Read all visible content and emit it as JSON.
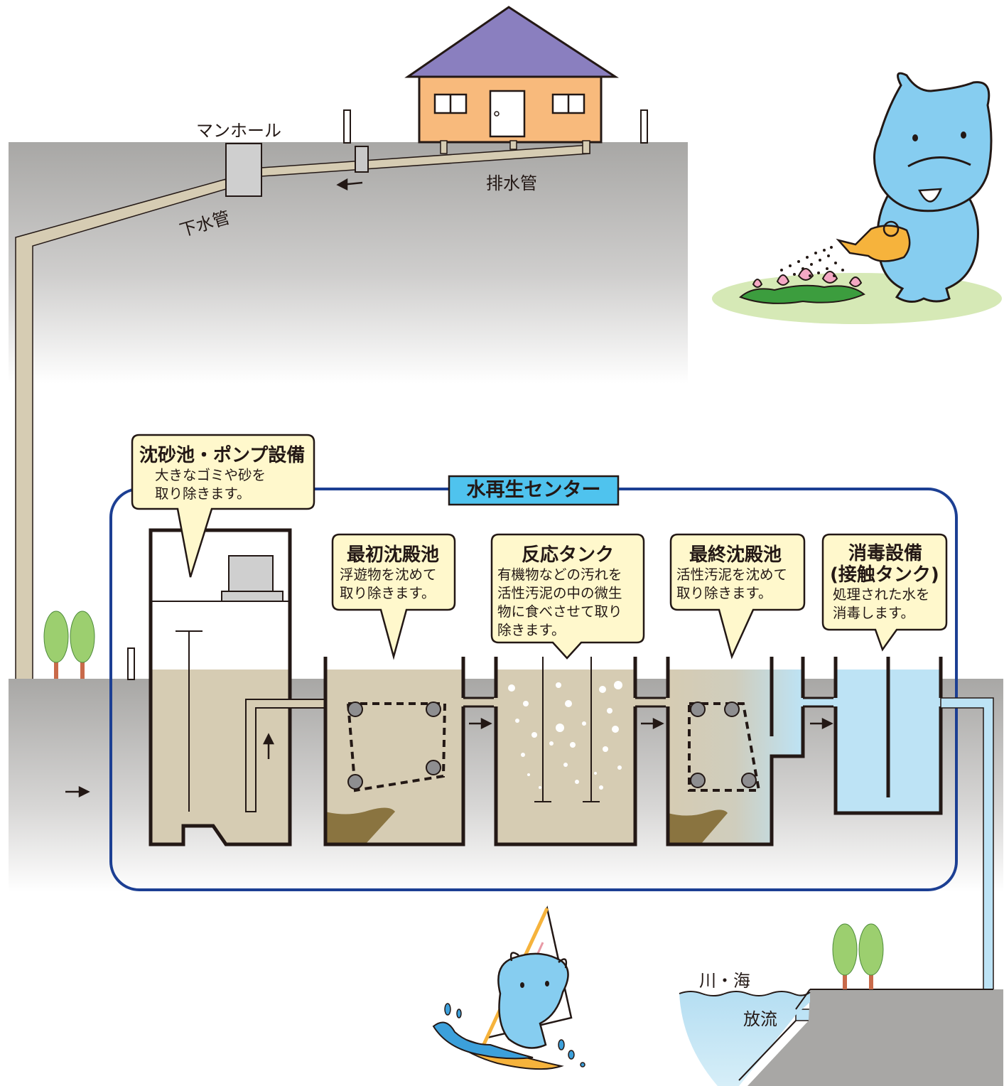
{
  "center_title": "水再生センター",
  "labels": {
    "manhole": "マンホール",
    "drain_pipe": "排水管",
    "sewer_pipe": "下水管",
    "river_sea": "川・海",
    "discharge": "放流"
  },
  "stages": [
    {
      "title": "沈砂池・ポンプ設備",
      "lines": [
        "大きなゴミや砂を",
        "取り除きます。"
      ]
    },
    {
      "title": "最初沈殿池",
      "lines": [
        "浮遊物を沈めて",
        "取り除きます。"
      ]
    },
    {
      "title": "反応タンク",
      "lines": [
        "有機物などの汚れを",
        "活性汚泥の中の微生",
        "物に食べさせて取り",
        "除きます。"
      ]
    },
    {
      "title": "最終沈殿池",
      "lines": [
        "活性汚泥を沈めて",
        "取り除きます。"
      ]
    },
    {
      "title": "消毒設備",
      "subtitle": "(接触タンク)",
      "lines": [
        "処理された水を",
        "消毒します。"
      ]
    }
  ],
  "flow_arrow_glyphs": {
    "left": "←",
    "right": "→",
    "up": "↑"
  },
  "colors": {
    "ground": "#a9a8a6",
    "sewage": "#d6ccb3",
    "pipe": "#d6ccb3",
    "clean_water": "#bde3f5",
    "sludge": "#8a7440",
    "center_border": "#1c3f93",
    "bubble_fill": "#fff8cc",
    "title_box": "#4fc3ee",
    "roof": "#8a7fbf",
    "house_wall": "#f8ba7c",
    "hippo": "#86cdf0",
    "tree": "#9ccf6f",
    "grass_patch": "#d6e9b6"
  }
}
